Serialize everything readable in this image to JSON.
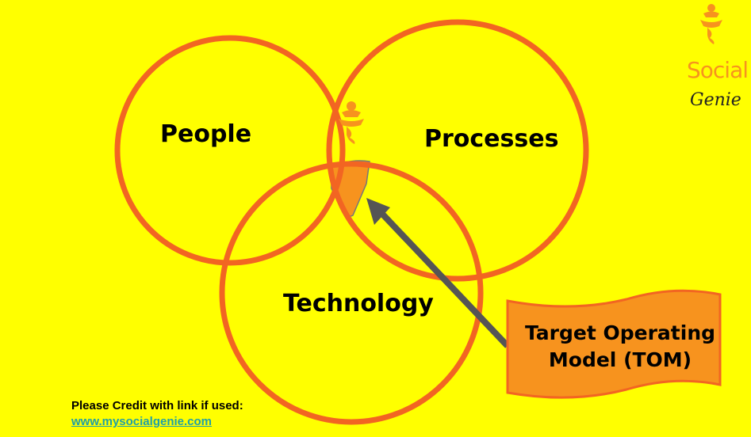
{
  "diagram": {
    "circles": [
      "People",
      "Processes",
      "Technology"
    ],
    "callout": "Target Operating Model (TOM)",
    "callout_lines": [
      "Target Operating",
      "Model (TOM)"
    ]
  },
  "logo": {
    "line1": "Social",
    "line2": "Genie"
  },
  "credit": {
    "text": "Please Credit with link if used:",
    "link": "www.mysocialgenie.com"
  },
  "colors": {
    "background": "#FFFF00",
    "circle_stroke": "#F26522",
    "highlight": "#F7931E",
    "arrow": "#555555",
    "link": "#1F9FA8"
  },
  "icons": [
    "genie-icon",
    "arrow"
  ]
}
